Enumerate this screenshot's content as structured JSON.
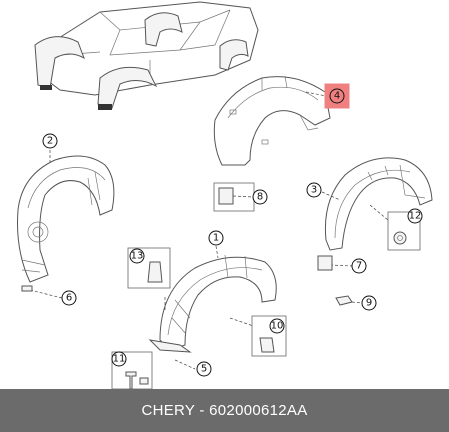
{
  "colors": {
    "footer_background": "#6b6b6b",
    "footer_text": "#ffffff",
    "highlight": "#f08080"
  },
  "footer": {
    "text": "CHERY - 602000612AA"
  },
  "callouts": {
    "c1": "1",
    "c2": "2",
    "c3": "3",
    "c4": "4",
    "c5": "5",
    "c6": "6",
    "c7": "7",
    "c8": "8",
    "c9": "9",
    "c10": "10",
    "c11": "11",
    "c12": "12",
    "c13": "13"
  }
}
